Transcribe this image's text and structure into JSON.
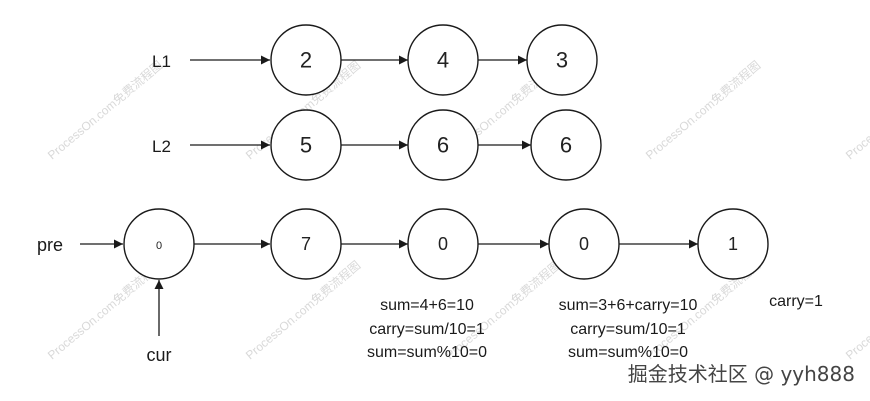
{
  "watermark": "ProcessOn.com免费流程图",
  "labels": {
    "l1": "L1",
    "l2": "L2",
    "pre": "pre",
    "cur": "cur"
  },
  "list_l1": [
    "2",
    "4",
    "3"
  ],
  "list_l2": [
    "5",
    "6",
    "6"
  ],
  "result_nodes": [
    "0",
    "7",
    "0",
    "0",
    "1"
  ],
  "annotations": {
    "step2": [
      "sum=4+6=10",
      "carry=sum/10=1",
      "sum=sum%10=0"
    ],
    "step3": [
      "sum=3+6+carry=10",
      "carry=sum/10=1",
      "sum=sum%10=0"
    ],
    "carry": "carry=1"
  },
  "footer": "掘金技术社区 @ yyh888"
}
